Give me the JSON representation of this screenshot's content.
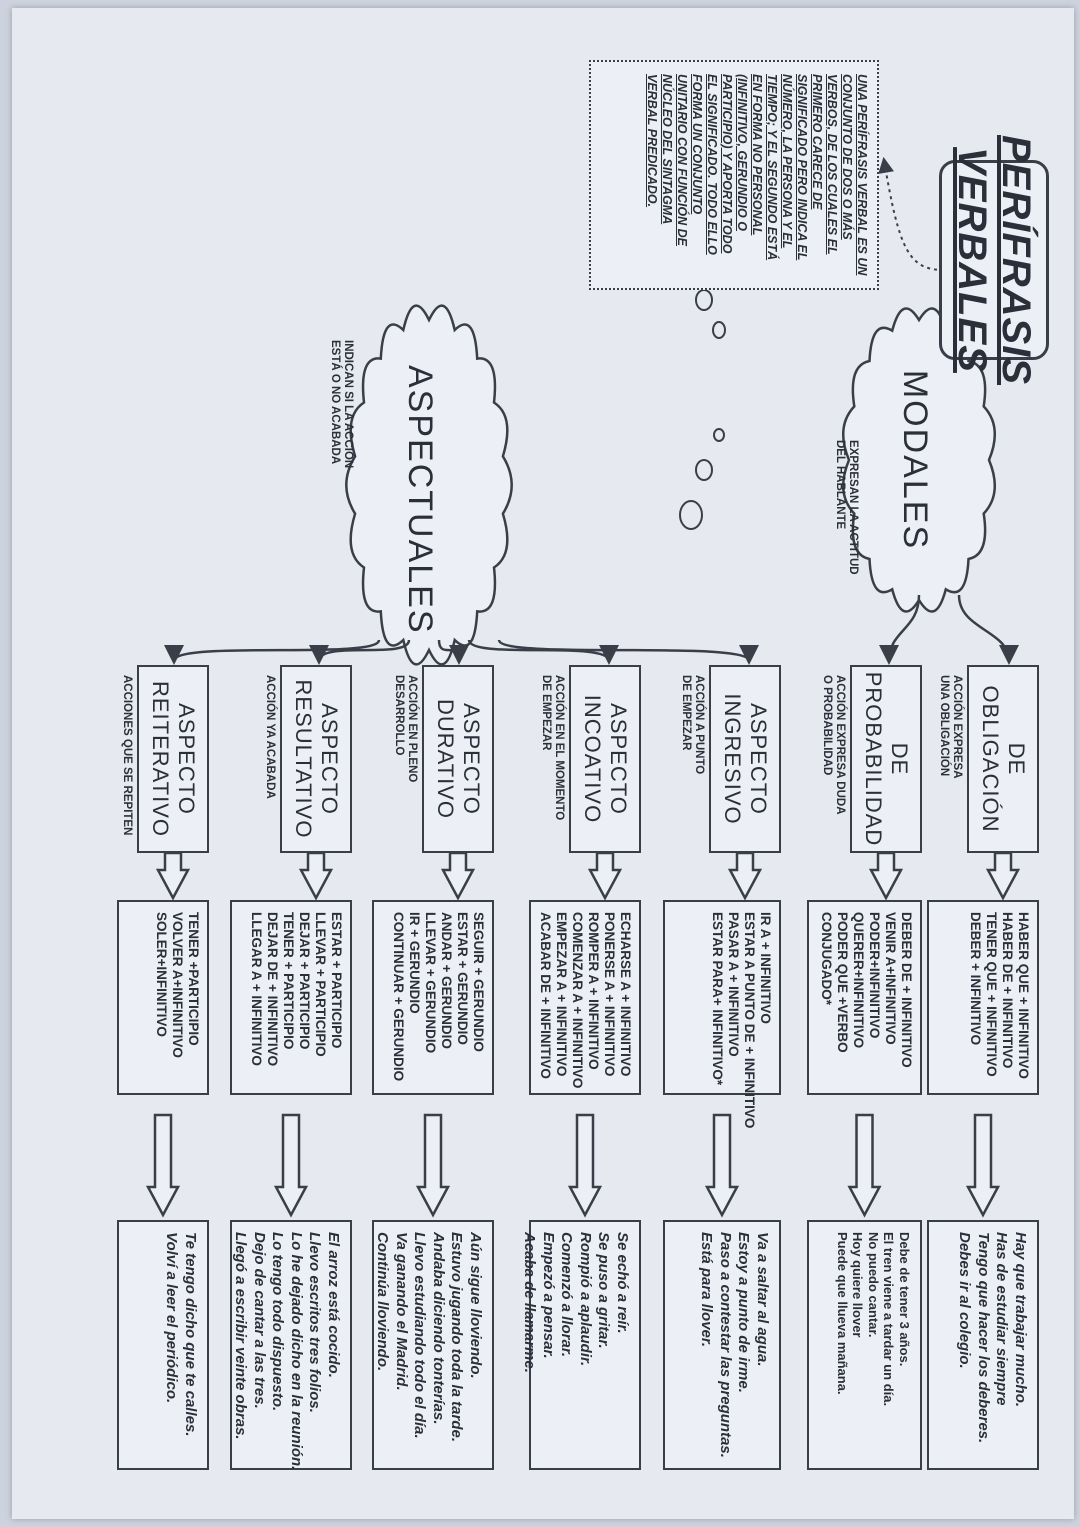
{
  "title": [
    "PERÍFRASIS",
    "VERBALES"
  ],
  "definition": [
    "UNA PERÍFRASIS VERBAL ES UN",
    "CONJUNTO DE DOS O MÁS",
    "VERBOS, DE LOS CUALES EL",
    "PRIMERO CARECE DE",
    "SIGNIFICADO PERO INDICA EL",
    "NÚMERO, LA PERSONA Y EL",
    "TIEMPO; Y EL SEGUNDO ESTÁ",
    "EN FORMA NO PERSONAL",
    "(INFINITIVO, GERUNDIO O",
    "PARTICIPIO) Y APORTA TODO",
    "EL SIGNIFICADO. TODO ELLO",
    "FORMA UN CONJUNTO",
    "UNITARIO CON FUNCIÓN DE",
    "NÚCLEO DEL SINTAGMA",
    "VERBAL PREDICADO."
  ],
  "modales": {
    "label": "MODALES",
    "desc": [
      "EXPRESAN LA ACTITUD",
      "DEL HABLANTE"
    ]
  },
  "aspectuales": {
    "label": "ASPECTUALES",
    "desc": [
      "INDICAN SI LA ACCIÓN",
      "ESTÁ O NO ACABADA"
    ]
  },
  "rows": [
    {
      "type": [
        "DE OBLIGACIÓN"
      ],
      "desc": [
        "ACCIÓN EXPRESA",
        "UNA OBLIGACIÓN"
      ],
      "forms": [
        "HABER QUE + INFINITIVO",
        "HABER DE + INFINITIVO",
        "TENER QUE + INFINITIVO",
        "DEBER + INFINITIVO"
      ],
      "examples": [
        "Hay que trabajar mucho.",
        "Has de estudiar siempre",
        "Tengo que hacer los deberes.",
        "Debes ir al colegio."
      ]
    },
    {
      "type": [
        "DE PROBABILIDAD"
      ],
      "desc": [
        "ACCIÓN EXPRESA DUDA",
        "O PROBABILIDAD"
      ],
      "forms": [
        "DEBER DE + INFINITIVO",
        "VENIR A+INFINITIVO",
        "PODER+INFINITIVO",
        "QUERER+INFINITIVO",
        "PODER QUE +VERBO",
        "CONJUGADO*"
      ],
      "examples": [
        "Debe de tener 3 años.",
        "El tren viene a tardar un día.",
        "No puedo cantar.",
        "Hoy quiere llover",
        "Puede que llueva mañana."
      ]
    },
    {
      "type": [
        "ASPECTO",
        "INGRESIVO"
      ],
      "desc": [
        "ACCIÓN A PUNTO",
        "DE EMPEZAR"
      ],
      "forms": [
        "IR A + INFINITIVO",
        "ESTAR A PUNTO DE + INFINITIVO",
        "PASAR A + INFINITIVO",
        "ESTAR PARA+ INFINITIVO*"
      ],
      "examples": [
        "Va a saltar al agua.",
        "Estoy a punto de irme.",
        "Paso a contestar las preguntas.",
        "Está para llover."
      ]
    },
    {
      "type": [
        "ASPECTO",
        "INCOATIVO"
      ],
      "desc": [
        "ACCIÓN EN EL MOMENTO",
        "DE EMPEZAR"
      ],
      "forms": [
        "ECHARSE A + INFINITIVO",
        "PONERSE A + INFINITIVO",
        "ROMPER A + INFINITIVO",
        "COMENZAR A + INFINITIVO",
        "EMPEZAR A + INFINITIVO",
        "ACABAR DE + INFINITIVO"
      ],
      "examples": [
        "Se echó a reír.",
        "Se puso a gritar.",
        "Rompió a aplaudir.",
        "Comenzó a llorar.",
        "Empezó a pensar.",
        "Acaba de llamarme."
      ]
    },
    {
      "type": [
        "ASPECTO",
        "DURATIVO"
      ],
      "desc": [
        "ACCIÓN EN PLENO",
        "DESARROLLO"
      ],
      "forms": [
        "SEGUIR + GERUNDIO",
        "ESTAR + GERUNDIO",
        "ANDAR + GERUNDIO",
        "LLEVAR + GERUNDIO",
        "IR + GERUNDIO",
        "CONTINUAR + GERUNDIO"
      ],
      "examples": [
        "Aún sigue lloviendo.",
        "Estuvo jugando toda la tarde.",
        "Andaba diciendo tonterías.",
        "Llevo estudiando todo el día.",
        "Va ganando el Madrid.",
        "Continúa lloviendo."
      ]
    },
    {
      "type": [
        "ASPECTO",
        "RESULTATIVO"
      ],
      "desc": [
        "ACCIÓN YA ACABADA"
      ],
      "forms": [
        "ESTAR + PARTICIPIO",
        "LLEVAR + PARTICIPIO",
        "DEJAR + PARTICIPIO",
        "TENER + PARTICIPIO",
        "DEJAR DE + INFINITIVO",
        "LLEGAR A + INFINITIVO"
      ],
      "examples": [
        "El arroz está cocido.",
        "Llevo escritos tres folios.",
        "Lo he dejado dicho en la reunión.",
        "Lo tengo todo dispuesto.",
        "Dejo de cantar a las tres.",
        "Llegó a escribir veinte obras."
      ]
    },
    {
      "type": [
        "ASPECTO",
        "REITERATIVO"
      ],
      "desc": [
        "ACCIONES QUE SE REPITEN"
      ],
      "forms": [
        "TENER +PARTICIPIO",
        "VOLVER A+INFINITIVO",
        "SOLER+INFINITIVO"
      ],
      "examples": [
        "Te tengo dicho que te calles.",
        "Volví a leer el periódico."
      ]
    }
  ]
}
